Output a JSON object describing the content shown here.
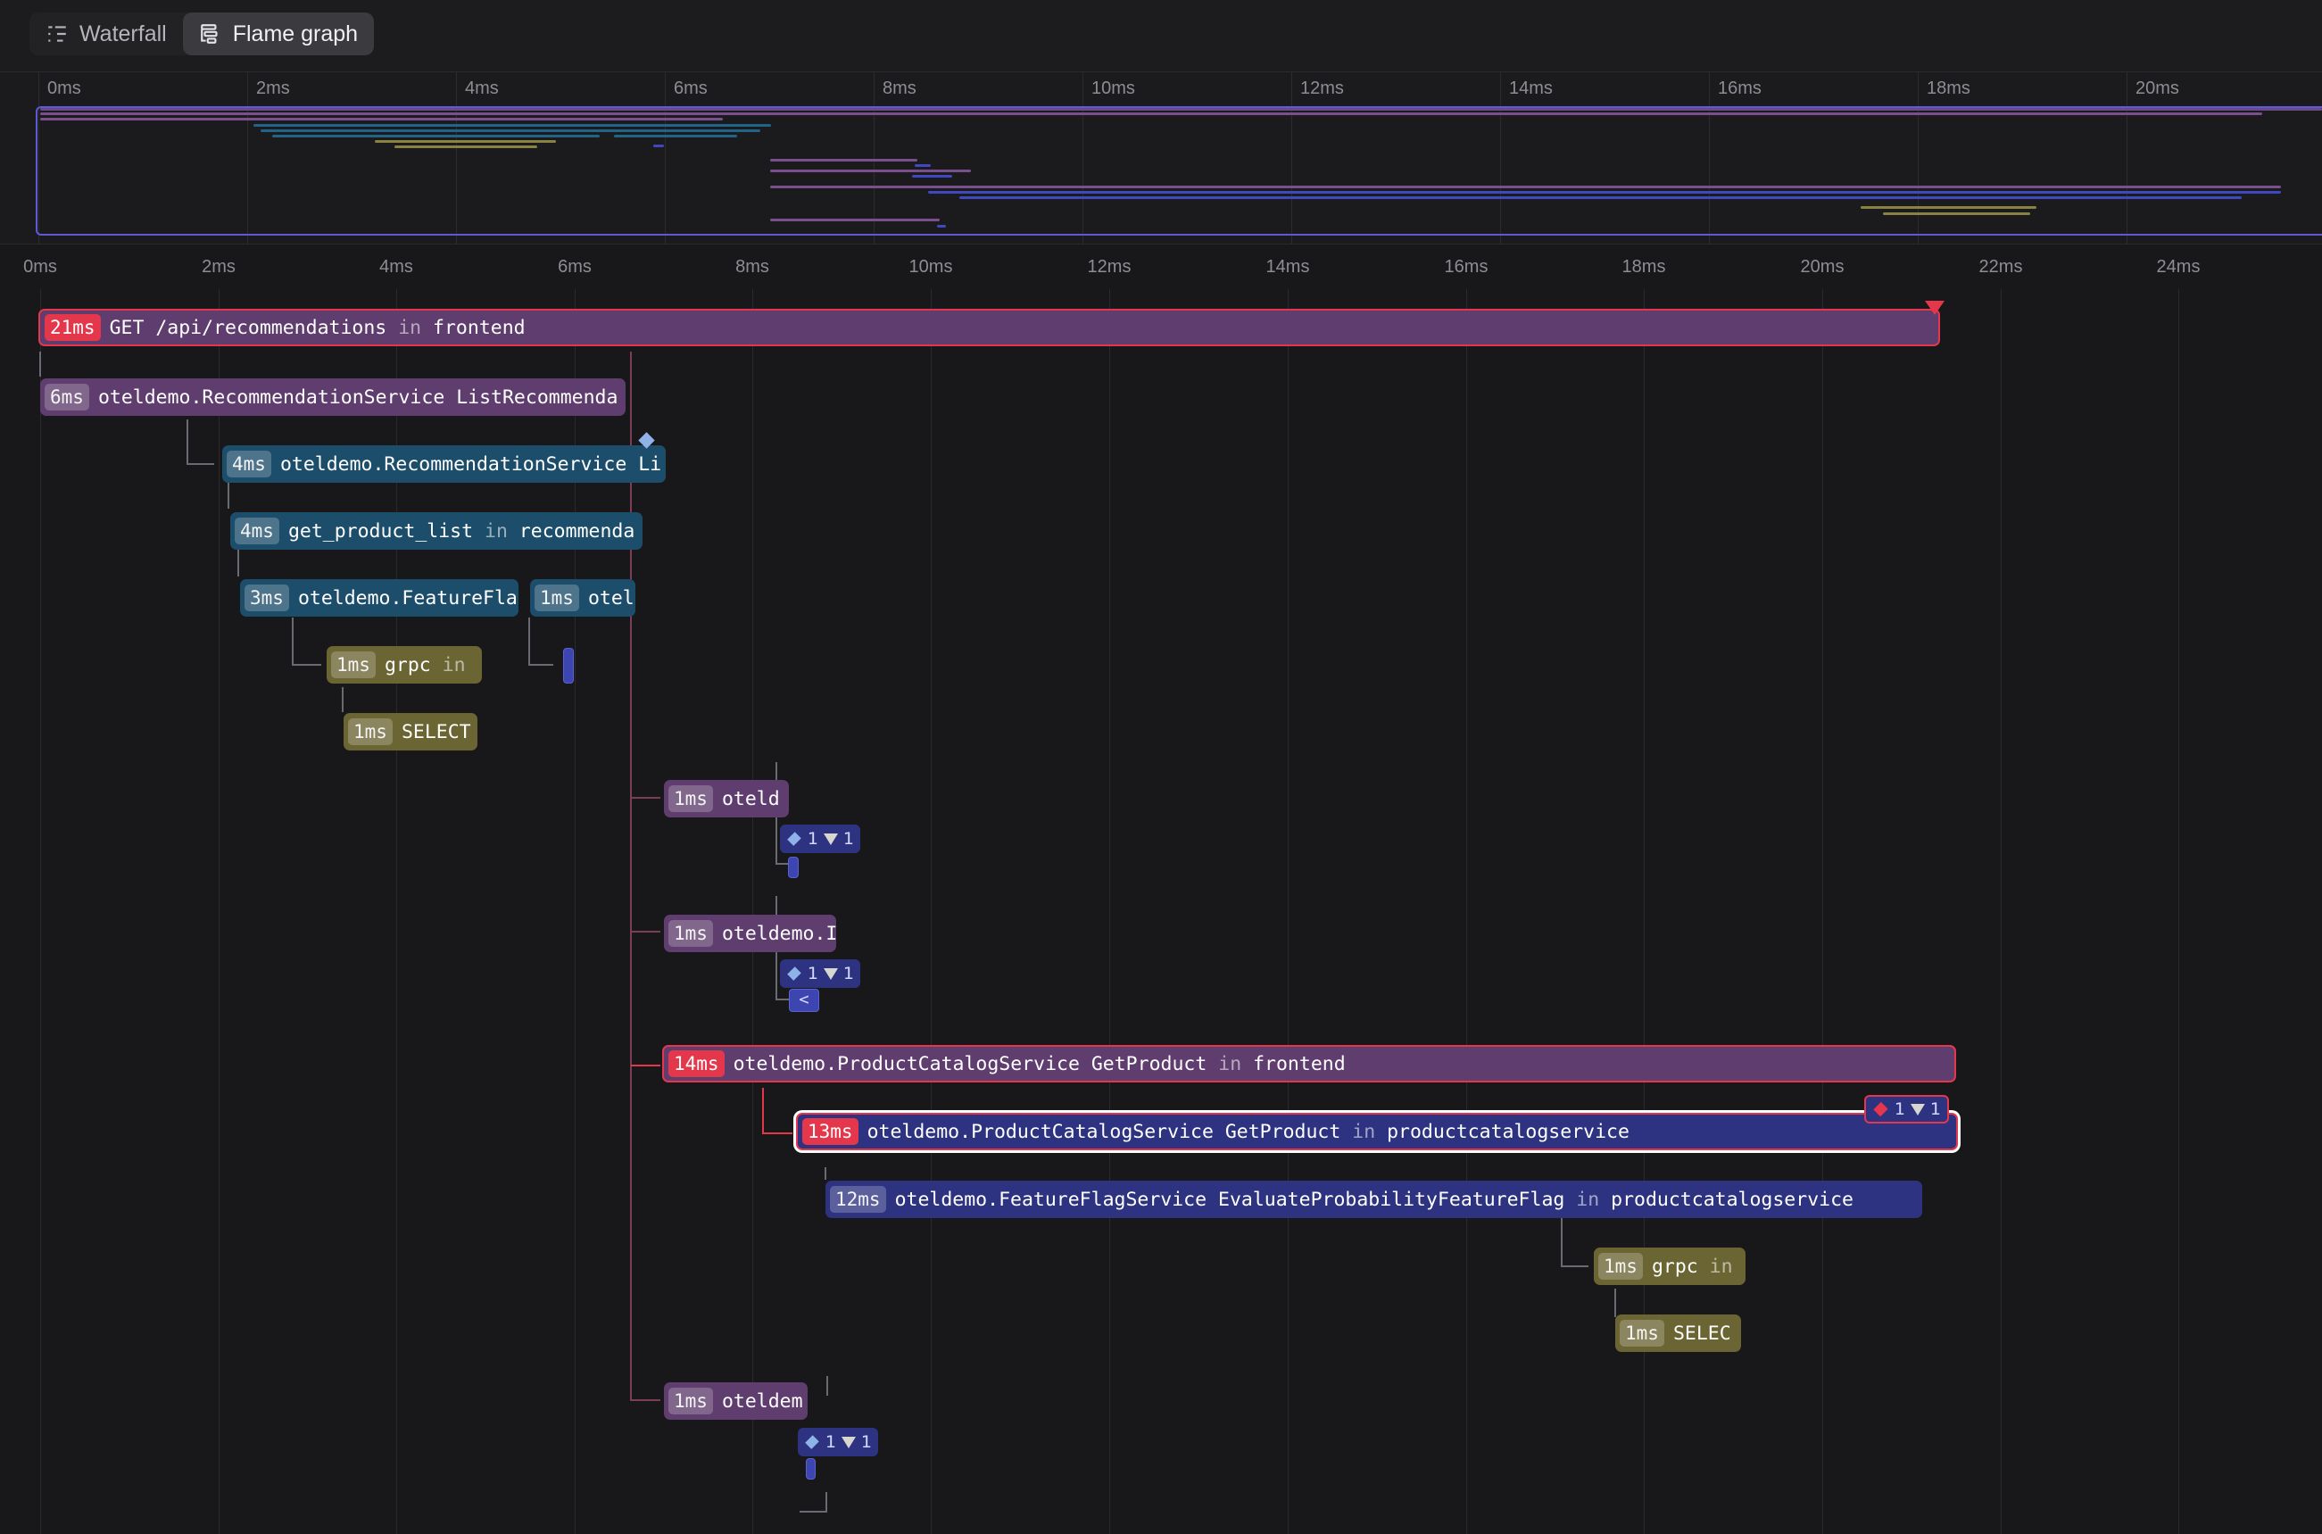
{
  "tabs": [
    {
      "label": "Waterfall",
      "icon": "waterfall-icon"
    },
    {
      "label": "Flame graph",
      "icon": "flame-graph-icon"
    }
  ],
  "minimap_ticks": [
    "0ms",
    "2ms",
    "4ms",
    "6ms",
    "8ms",
    "10ms",
    "12ms",
    "14ms",
    "16ms",
    "18ms",
    "20ms"
  ],
  "main_ticks": [
    "0ms",
    "2ms",
    "4ms",
    "6ms",
    "8ms",
    "10ms",
    "12ms",
    "14ms",
    "16ms",
    "18ms",
    "20ms",
    "22ms",
    "24ms"
  ],
  "spans": [
    {
      "duration": "21ms",
      "name": "GET /api/recommendations",
      "in": "in",
      "service": "frontend"
    },
    {
      "duration": "6ms",
      "name": "oteldemo.RecommendationService ListRecommenda"
    },
    {
      "duration": "4ms",
      "name": "oteldemo.RecommendationService Li"
    },
    {
      "duration": "4ms",
      "name": "get_product_list",
      "in": "in",
      "service": "recommenda"
    },
    {
      "duration": "3ms",
      "name": "oteldemo.FeatureFla"
    },
    {
      "duration": "1ms",
      "name": "otel"
    },
    {
      "duration": "1ms",
      "name": "grpc",
      "in": "in"
    },
    {
      "duration": "1ms",
      "name": "SELECT"
    },
    {
      "duration": "1ms",
      "name": "oteld"
    },
    {
      "duration": "1ms",
      "name": "oteldemo.I"
    },
    {
      "duration": "14ms",
      "name": "oteldemo.ProductCatalogService GetProduct",
      "in": "in",
      "service": "frontend"
    },
    {
      "duration": "13ms",
      "name": "oteldemo.ProductCatalogService GetProduct",
      "in": "in",
      "service": "productcatalogservice"
    },
    {
      "duration": "12ms",
      "name": "oteldemo.FeatureFlagService EvaluateProbabilityFeatureFlag",
      "in": "in",
      "service": "productcatalogservice"
    },
    {
      "duration": "1ms",
      "name": "grpc",
      "in": "in"
    },
    {
      "duration": "1ms",
      "name": "SELEC"
    },
    {
      "duration": "1ms",
      "name": "oteldem"
    }
  ],
  "markers": [
    {
      "events": "1",
      "links": "1"
    },
    {
      "events": "1",
      "links": "1"
    },
    {
      "events": "1",
      "links": "1"
    },
    {
      "events": "1",
      "links": "1"
    }
  ],
  "pill_label": "<",
  "colors": {
    "frontend": "#5f3d6e",
    "recommendation": "#1c4e6b",
    "db": "#6b6533",
    "productcatalog": "#2d3380",
    "error": "#e5374b"
  }
}
